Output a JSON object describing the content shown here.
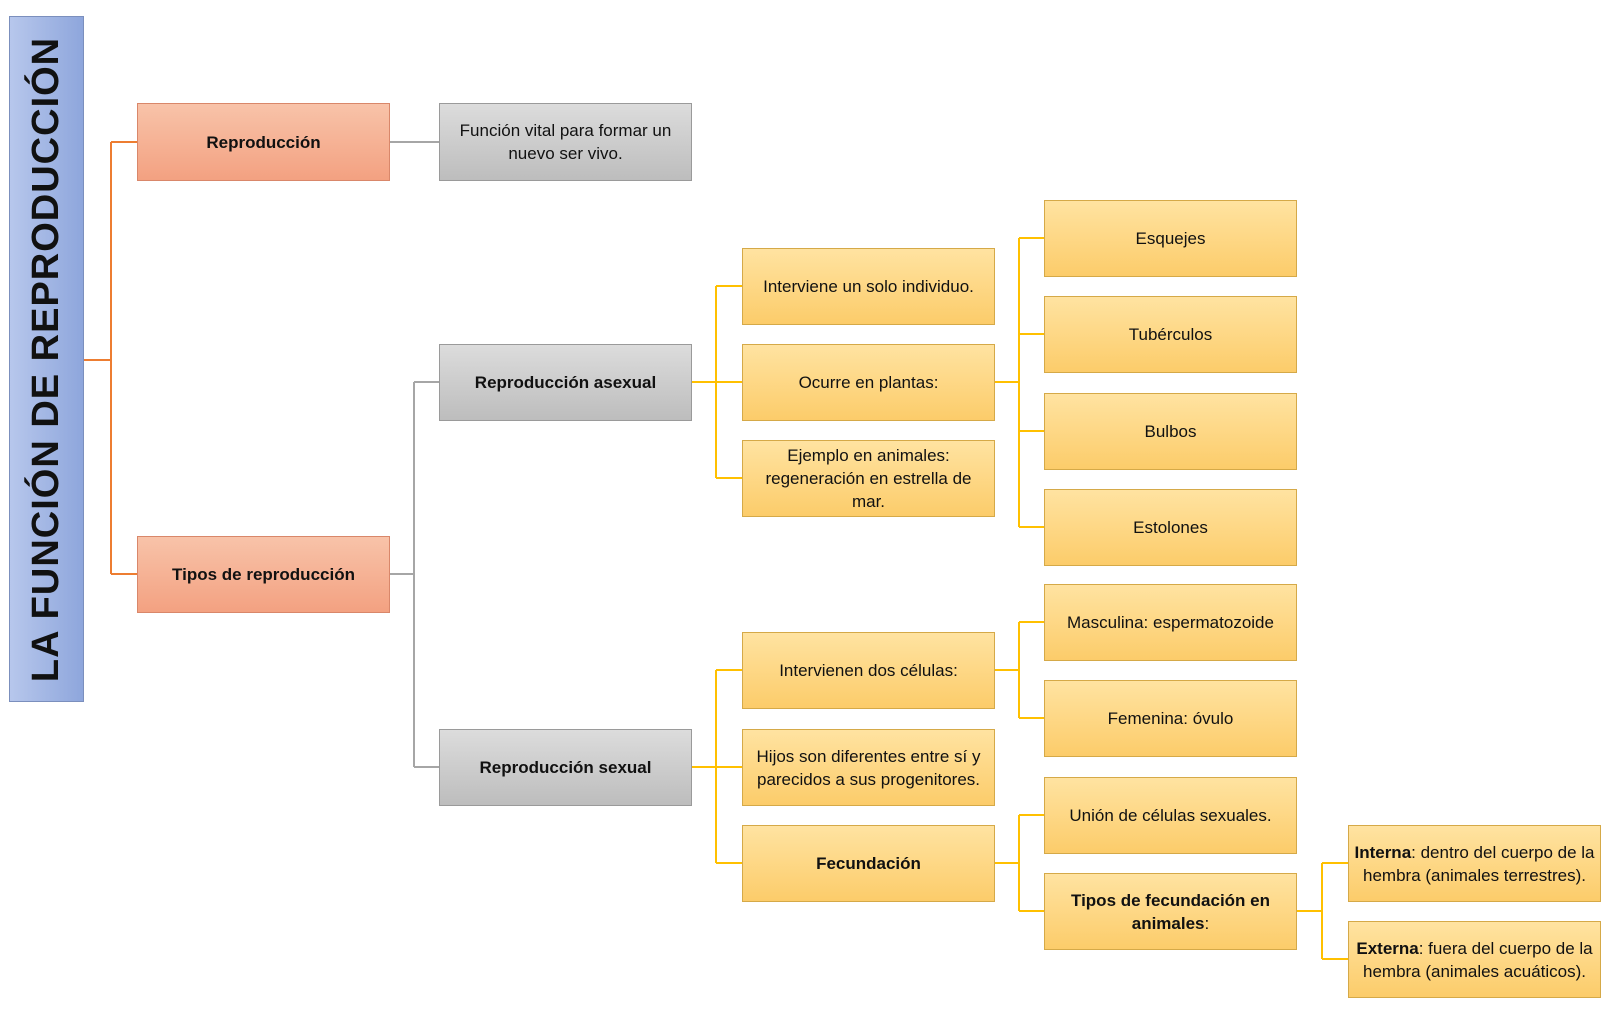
{
  "root": {
    "title": "LA FUNCIÓN DE REPRODUCCIÓN"
  },
  "level1": {
    "reproduccion": "Reproducción",
    "tipos": "Tipos de reproducción"
  },
  "definicion": "Función vital para formar un nuevo ser vivo.",
  "asexual": {
    "title": "Reproducción asexual",
    "individuo": "Interviene un solo individuo.",
    "plantas": "Ocurre en plantas:",
    "animales": "Ejemplo en animales: regeneración en estrella de mar.",
    "plant_types": [
      "Esquejes",
      "Tubérculos",
      "Bulbos",
      "Estolones"
    ]
  },
  "sexual": {
    "title": "Reproducción sexual",
    "celulas": "Intervienen dos células:",
    "masculina": "Masculina: espermatozoide",
    "femenina": "Femenina: óvulo",
    "hijos": "Hijos son diferentes entre sí y parecidos a sus progenitores.",
    "fecundacion": "Fecundación",
    "union": "Unión de células sexuales.",
    "tipos_fecundacion": "Tipos de fecundación en animales",
    "tipos_fecundacion_suffix": ":",
    "interna_label": "Interna",
    "interna_text": ": dentro del cuerpo de la hembra (animales terrestres).",
    "externa_label": "Externa",
    "externa_text": ": fuera del cuerpo de la hembra (animales acuáticos)."
  },
  "colors": {
    "root": "#8ea6dc",
    "level1": "#f3a181",
    "gray": "#bdbdbd",
    "yellow": "#fccc6a",
    "line_orange": "#ed7d31",
    "line_gray": "#a6a6a6",
    "line_yellow": "#ffc000"
  }
}
